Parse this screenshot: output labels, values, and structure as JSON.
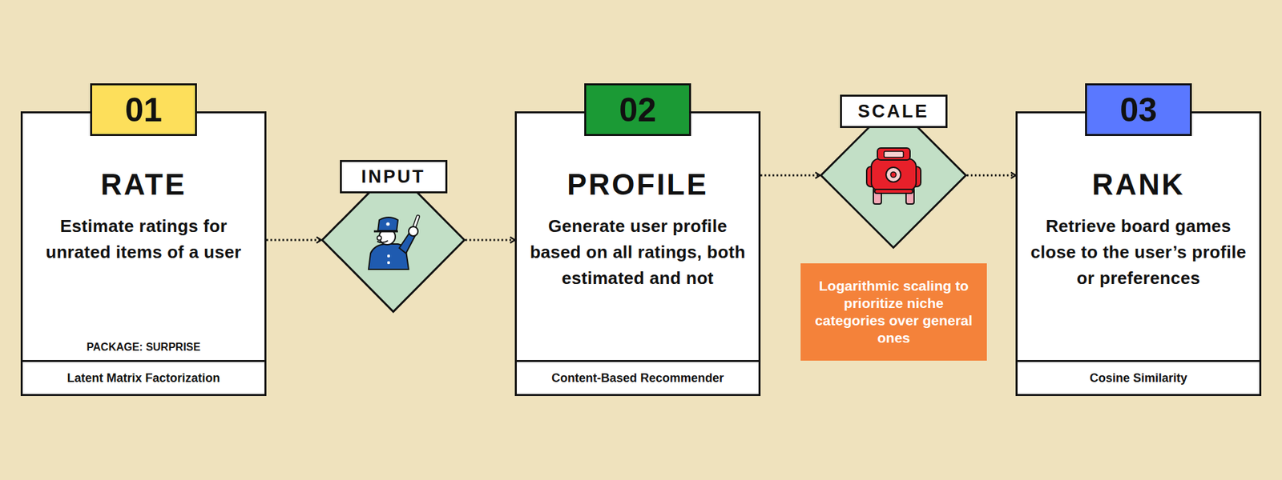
{
  "diagram": {
    "nodes": [
      {
        "text": [
          "01",
          "RATE",
          "Estimate ratings for unrated items of a user",
          "PACKAGE: SURPRISE",
          "Latent Matrix Factorization"
        ]
      },
      {
        "text": [
          "INPUT"
        ]
      },
      {
        "text": [
          "02",
          "PROFILE",
          "Generate user profile based on all ratings, both estimated and not",
          "Content-Based Recommender"
        ]
      },
      {
        "text": [
          "SCALE"
        ]
      },
      {
        "text": [
          "Logarithmic scaling to prioritize niche categories over general ones"
        ]
      },
      {
        "text": [
          "03",
          "RANK",
          "Retrieve board games close to the user’s profile or preferences",
          "Cosine Similarity"
        ]
      }
    ],
    "edges": [
      {
        "from": 0,
        "to": 1,
        "arrow": "to"
      },
      {
        "from": 1,
        "to": 2,
        "arrow": "to"
      },
      {
        "from": 2,
        "to": 3,
        "arrow": "to"
      },
      {
        "from": 3,
        "to": 5,
        "arrow": "to"
      }
    ]
  }
}
